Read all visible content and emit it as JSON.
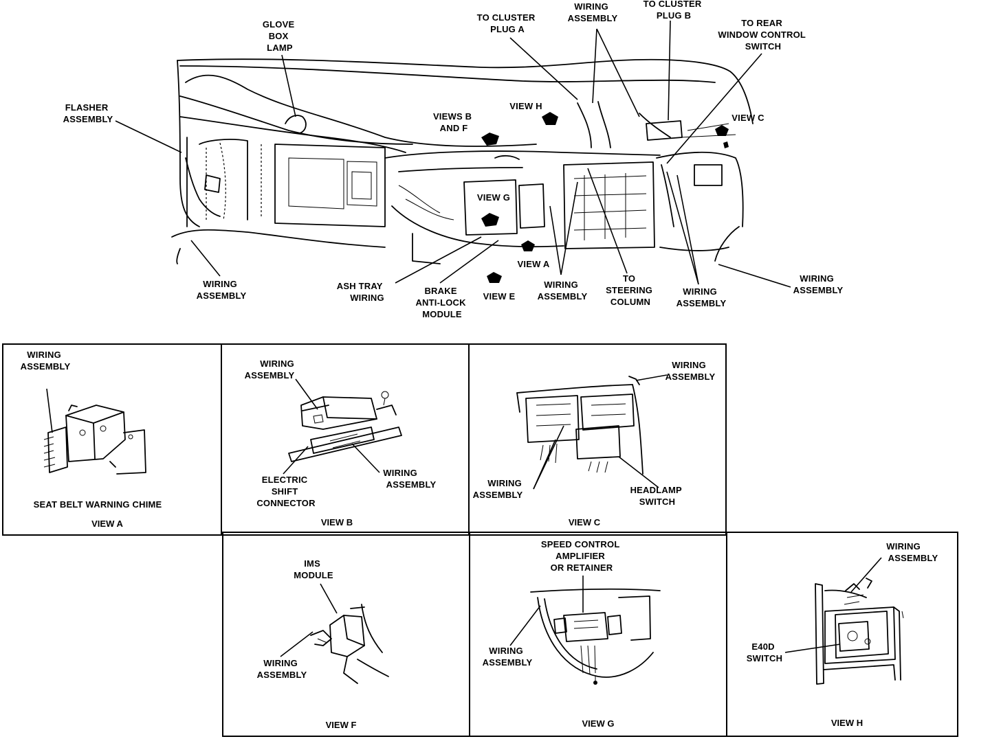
{
  "main": {
    "labels": {
      "glove_box_lamp": [
        "GLOVE",
        "BOX",
        "LAMP"
      ],
      "to_cluster_plug_a": [
        "TO CLUSTER",
        "PLUG A"
      ],
      "wiring_assembly_top": [
        "WIRING",
        "ASSEMBLY"
      ],
      "to_cluster_plug_b": [
        "TO CLUSTER",
        "PLUG B"
      ],
      "to_rear_window_control_switch": [
        "TO REAR",
        "WINDOW CONTROL",
        "SWITCH"
      ],
      "flasher_assembly": [
        "FLASHER",
        "ASSEMBLY"
      ],
      "views_b_and_f": [
        "VIEWS B",
        "AND F"
      ],
      "view_h": "VIEW H",
      "view_c": "VIEW C",
      "view_g": "VIEW G",
      "view_a": "VIEW A",
      "view_e": "VIEW E",
      "wiring_assembly_left": [
        "WIRING",
        "ASSEMBLY"
      ],
      "ash_tray_wiring": [
        "ASH TRAY",
        "WIRING"
      ],
      "brake_anti_lock_module": [
        "BRAKE",
        "ANTI-LOCK",
        "MODULE"
      ],
      "wiring_assembly_center": [
        "WIRING",
        "ASSEMBLY"
      ],
      "to_steering_column": [
        "TO",
        "STEERING",
        "COLUMN"
      ],
      "wiring_assembly_right": [
        "WIRING",
        "ASSEMBLY"
      ],
      "wiring_assembly_far_right": [
        "WIRING",
        "ASSEMBLY"
      ]
    }
  },
  "panels": {
    "view_a": {
      "wiring_assembly": [
        "WIRING",
        "ASSEMBLY"
      ],
      "component": "SEAT BELT WARNING CHIME",
      "caption": "VIEW A"
    },
    "view_b": {
      "wiring_assembly_top": [
        "WIRING",
        "ASSEMBLY"
      ],
      "electric_shift_connector": [
        "ELECTRIC",
        "SHIFT",
        "CONNECTOR"
      ],
      "wiring_assembly_bottom": [
        "WIRING",
        "ASSEMBLY"
      ],
      "caption": "VIEW B"
    },
    "view_c": {
      "wiring_assembly_top": [
        "WIRING",
        "ASSEMBLY"
      ],
      "wiring_assembly_bottom": [
        "WIRING",
        "ASSEMBLY"
      ],
      "headlamp_switch": [
        "HEADLAMP",
        "SWITCH"
      ],
      "caption": "VIEW C"
    },
    "view_f": {
      "ims_module": [
        "IMS",
        "MODULE"
      ],
      "wiring_assembly": [
        "WIRING",
        "ASSEMBLY"
      ],
      "caption": "VIEW F"
    },
    "view_g": {
      "speed_control": [
        "SPEED CONTROL",
        "AMPLIFIER",
        "OR RETAINER"
      ],
      "wiring_assembly": [
        "WIRING",
        "ASSEMBLY"
      ],
      "caption": "VIEW G"
    },
    "view_h": {
      "wiring_assembly": [
        "WIRING",
        "ASSEMBLY"
      ],
      "e40d_switch": [
        "E40D",
        "SWITCH"
      ],
      "caption": "VIEW H"
    }
  }
}
